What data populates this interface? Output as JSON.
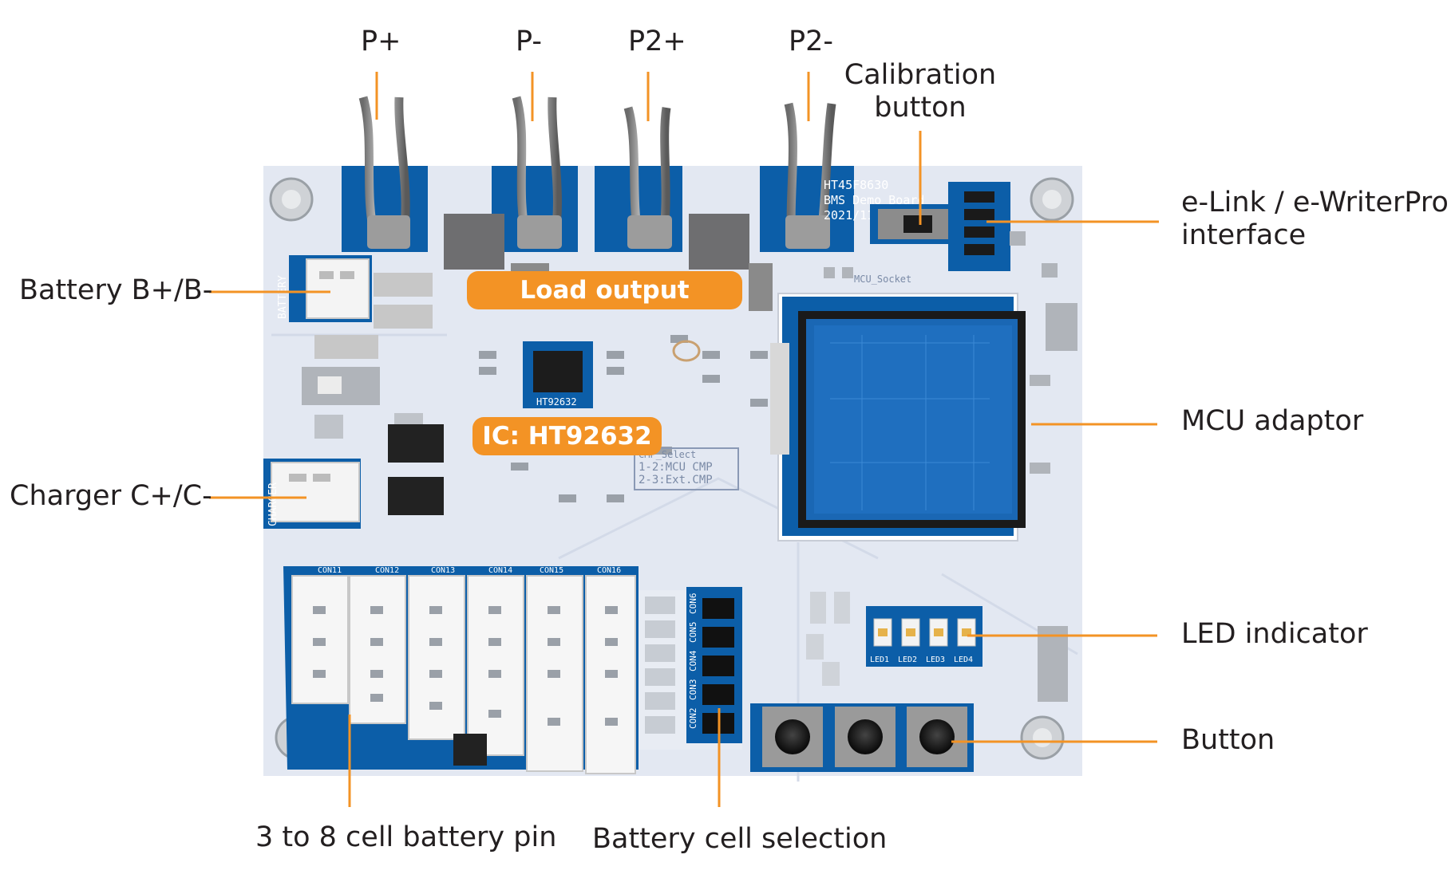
{
  "labels": {
    "p_plus": "P+",
    "p_minus": "P-",
    "p2_plus": "P2+",
    "p2_minus": "P2-",
    "calibration_line1": "Calibration",
    "calibration_line2": "button",
    "elink_line1": "e-Link / e-WriterPro",
    "elink_line2": "interface",
    "battery": "Battery B+/B-",
    "charger": "Charger C+/C-",
    "mcu_adaptor": "MCU adaptor",
    "led_indicator": "LED indicator",
    "button": "Button",
    "cell_battery_pin": "3 to 8 cell battery pin",
    "battery_cell_selection": "Battery cell selection"
  },
  "tags": {
    "load_output": "Load output",
    "ic": "IC: HT92632"
  },
  "board": {
    "title_line1": "HT45F8630",
    "title_line2": "BMS Demo Board",
    "date": "2021/11/05 V01",
    "mcu_socket": "MCU_Socket",
    "ic_chip": "HT92632",
    "cmp_select_1": "CMP_Select",
    "cmp_select_2": "1-2:MCU CMP",
    "cmp_select_3": "2-3:Ext.CMP",
    "battery_silk": "BATTERY",
    "charger_silk": "CHARGER",
    "con_headers": [
      "CON11",
      "CON12",
      "CON13",
      "CON14",
      "CON15",
      "CON16"
    ],
    "con_select": [
      "CON2",
      "CON3",
      "CON4",
      "CON5",
      "CON6"
    ],
    "leds": [
      "LED1",
      "LED2",
      "LED3",
      "LED4"
    ]
  },
  "colors": {
    "accent": "#f39325",
    "pcb": "#e3e8f2",
    "pcb_blue": "#0c5ea8",
    "text": "#231f20"
  }
}
